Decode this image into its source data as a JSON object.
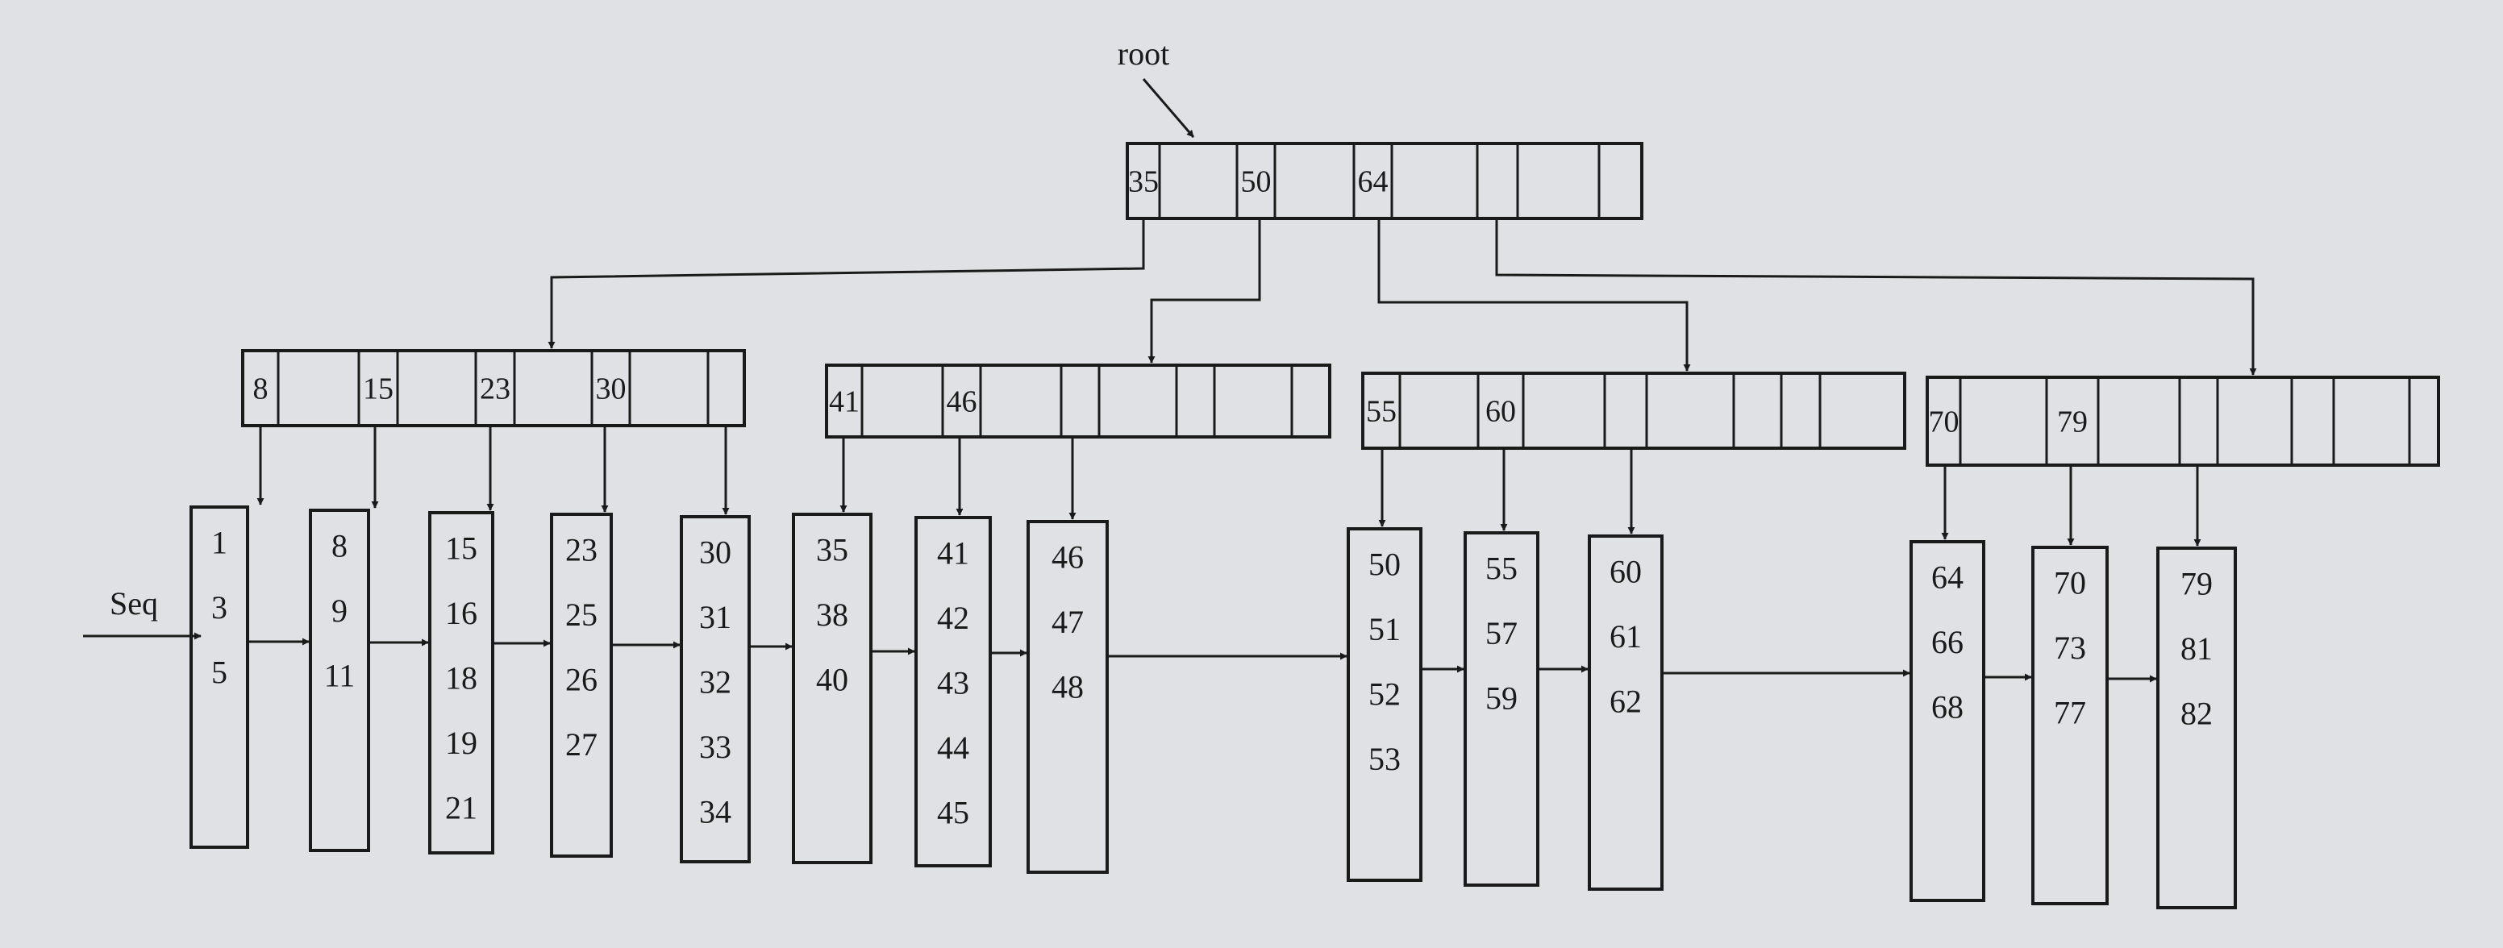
{
  "root_label": "root",
  "seq_label": "Seq",
  "root_node": {
    "keys": [
      "35",
      "50",
      "64",
      "",
      ""
    ]
  },
  "internal_nodes": [
    {
      "keys": [
        "8",
        "15",
        "23",
        "30",
        ""
      ]
    },
    {
      "keys": [
        "41",
        "46",
        "",
        "",
        ""
      ]
    },
    {
      "keys": [
        "55",
        "60",
        "",
        "",
        ""
      ]
    },
    {
      "keys": [
        "70",
        "79",
        "",
        "",
        ""
      ]
    }
  ],
  "leaves": [
    {
      "keys": [
        "1",
        "3",
        "5"
      ]
    },
    {
      "keys": [
        "8",
        "9",
        "11"
      ]
    },
    {
      "keys": [
        "15",
        "16",
        "18",
        "19",
        "21"
      ]
    },
    {
      "keys": [
        "23",
        "25",
        "26",
        "27"
      ]
    },
    {
      "keys": [
        "30",
        "31",
        "32",
        "33",
        "34"
      ]
    },
    {
      "keys": [
        "35",
        "38",
        "40"
      ]
    },
    {
      "keys": [
        "41",
        "42",
        "43",
        "44",
        "45"
      ]
    },
    {
      "keys": [
        "46",
        "47",
        "48"
      ]
    },
    {
      "keys": [
        "50",
        "51",
        "52",
        "53"
      ]
    },
    {
      "keys": [
        "55",
        "57",
        "59"
      ]
    },
    {
      "keys": [
        "60",
        "61",
        "62"
      ]
    },
    {
      "keys": [
        "64",
        "66",
        "68"
      ]
    },
    {
      "keys": [
        "70",
        "73",
        "77"
      ]
    },
    {
      "keys": [
        "79",
        "81",
        "82"
      ]
    }
  ],
  "colors": {
    "ink": "#1a1a1a",
    "paper": "#dfe1e4"
  }
}
